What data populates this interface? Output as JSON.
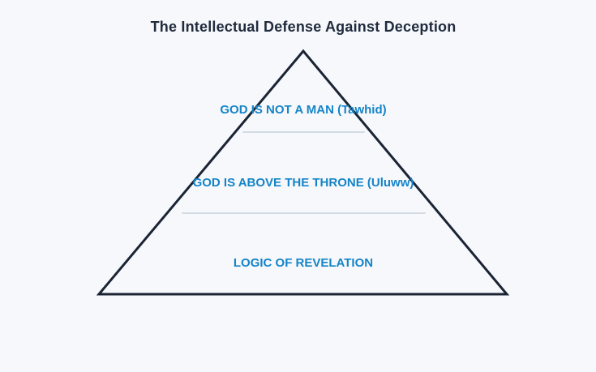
{
  "page": {
    "background_color": "#f7f8fb"
  },
  "diagram": {
    "title": "The Intellectual Defense Against Deception",
    "type": "pyramid",
    "levels": [
      {
        "position": "top",
        "label": "GOD IS NOT A MAN (Tawhid)"
      },
      {
        "position": "middle",
        "label": "GOD IS ABOVE THE THRONE (Uluww)"
      },
      {
        "position": "bottom",
        "label": "LOGIC OF REVELATION"
      }
    ],
    "colors": {
      "title_text": "#202b3d",
      "level_text": "#1484c8",
      "triangle_stroke": "#1b2434",
      "divider_line": "#d3dbe4"
    }
  }
}
